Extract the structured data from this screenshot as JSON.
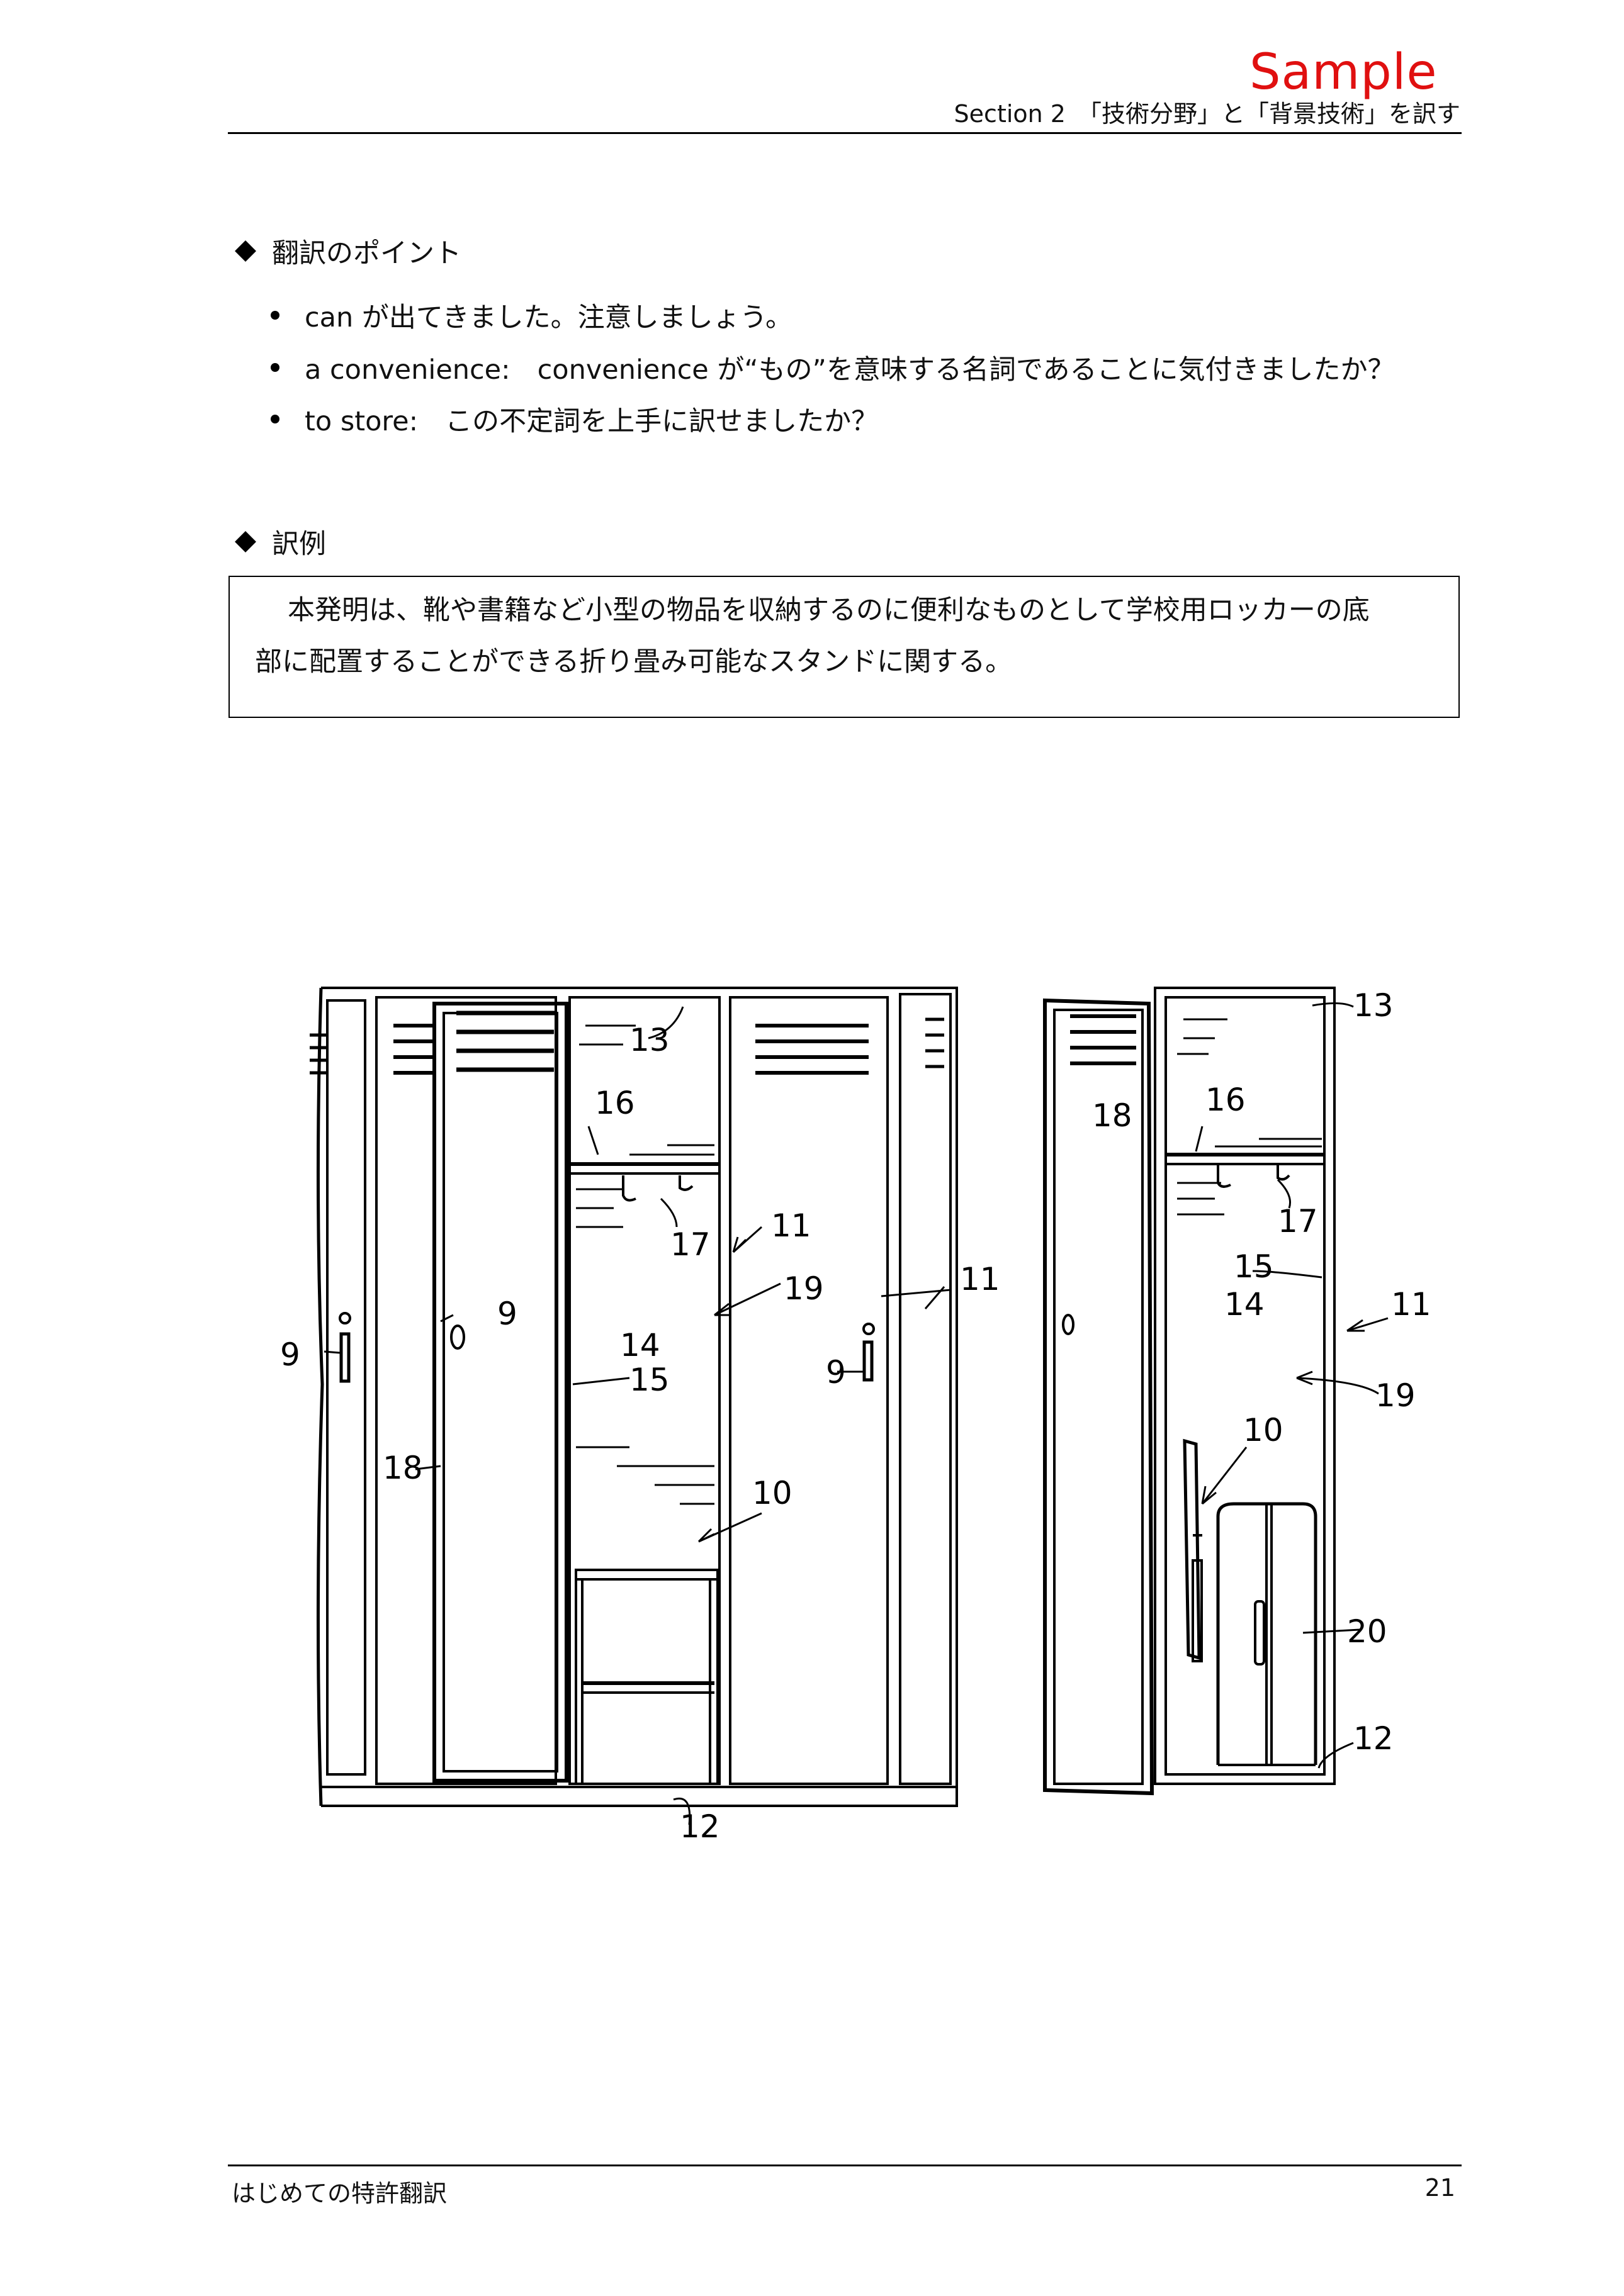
{
  "watermark": "Sample",
  "header": {
    "title": "Section 2　「技術分野」と「背景技術」を訳す"
  },
  "translation_points": {
    "heading": "翻訳のポイント",
    "items": [
      "can が出てきました。注意しましょう。",
      "a convenience:　convenience が“もの”を意味する名詞であることに気付きましたか？",
      "to store:　この不定詞を上手に訳せましたか？"
    ]
  },
  "example": {
    "heading": "訳例",
    "line1": "本発明は、靴や書籍など小型の物品を収納するのに便利なものとして学校用ロッカーの底",
    "line2": "部に配置することができる折り畳み可能なスタンドに関する。"
  },
  "figure": {
    "left_labels": [
      "13",
      "16",
      "17",
      "11",
      "19",
      "11",
      "9",
      "9",
      "14",
      "15",
      "9",
      "18",
      "10",
      "12"
    ],
    "right_labels": [
      "13",
      "18",
      "16",
      "17",
      "15",
      "14",
      "11",
      "19",
      "10",
      "20",
      "12"
    ]
  },
  "footer": {
    "left": "はじめての特許翻訳",
    "page_number": "21"
  }
}
